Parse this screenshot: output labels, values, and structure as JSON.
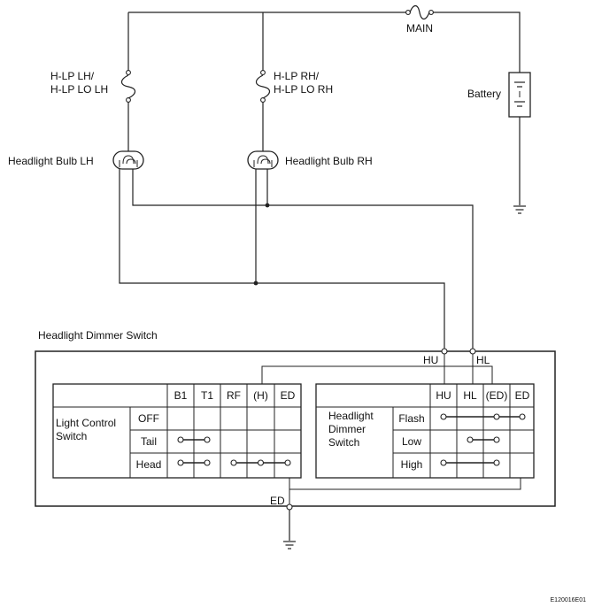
{
  "labels": {
    "main_fuse": "MAIN",
    "battery": "Battery",
    "fuse_lh_line1": "H-LP LH/",
    "fuse_lh_line2": "H-LP LO LH",
    "fuse_rh_line1": "H-LP RH/",
    "fuse_rh_line2": "H-LP LO RH",
    "bulb_lh": "Headlight Bulb LH",
    "bulb_rh": "Headlight Bulb RH",
    "dimmer_switch_title": "Headlight Dimmer Switch",
    "terminal_hu": "HU",
    "terminal_hl": "HL",
    "terminal_ed": "ED",
    "figure_code": "E120016E01"
  },
  "light_control_table": {
    "title_line1": "Light Control",
    "title_line2": "Switch",
    "columns": [
      "B1",
      "T1",
      "RF",
      "(H)",
      "ED"
    ],
    "rows": [
      "OFF",
      "Tail",
      "Head"
    ]
  },
  "dimmer_table": {
    "title_line1": "Headlight",
    "title_line2": "Dimmer",
    "title_line3": "Switch",
    "columns": [
      "HU",
      "HL",
      "(ED)",
      "ED"
    ],
    "rows": [
      "Flash",
      "Low",
      "High"
    ]
  }
}
